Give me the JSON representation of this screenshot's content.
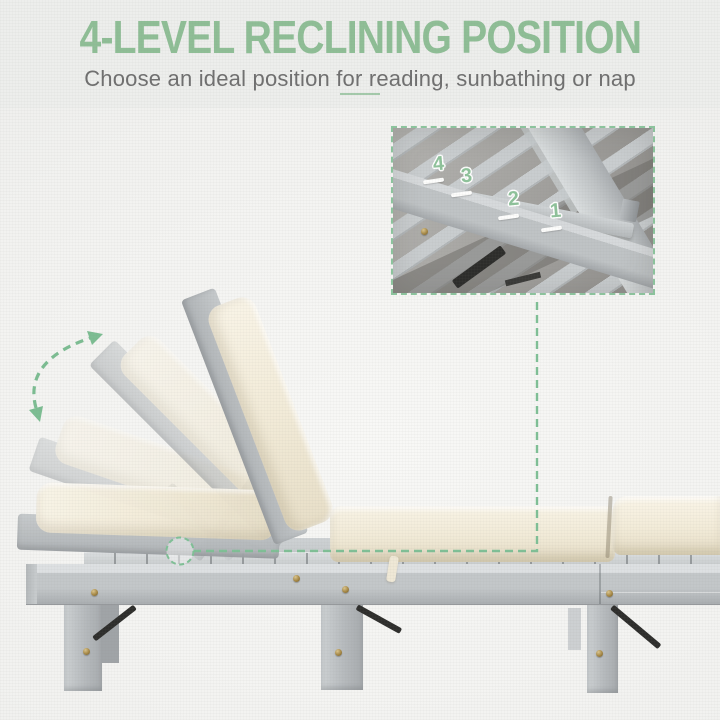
{
  "header": {
    "title": "4-LEVEL RECLINING POSITION",
    "subtitle": "Choose an ideal position for reading, sunbathing or nap"
  },
  "inset": {
    "position_labels": [
      {
        "label": "4"
      },
      {
        "label": "3"
      },
      {
        "label": "2"
      },
      {
        "label": "1"
      }
    ]
  },
  "colors": {
    "title_green": "#8fbe96",
    "annotation_green": "#7cbd92",
    "label_green": "#8ec29a",
    "cushion_cream": "#f2ebd8",
    "wood_gray": "#b6babd",
    "background": "#f2f2f0",
    "subtitle_gray": "#6f6f6f"
  }
}
